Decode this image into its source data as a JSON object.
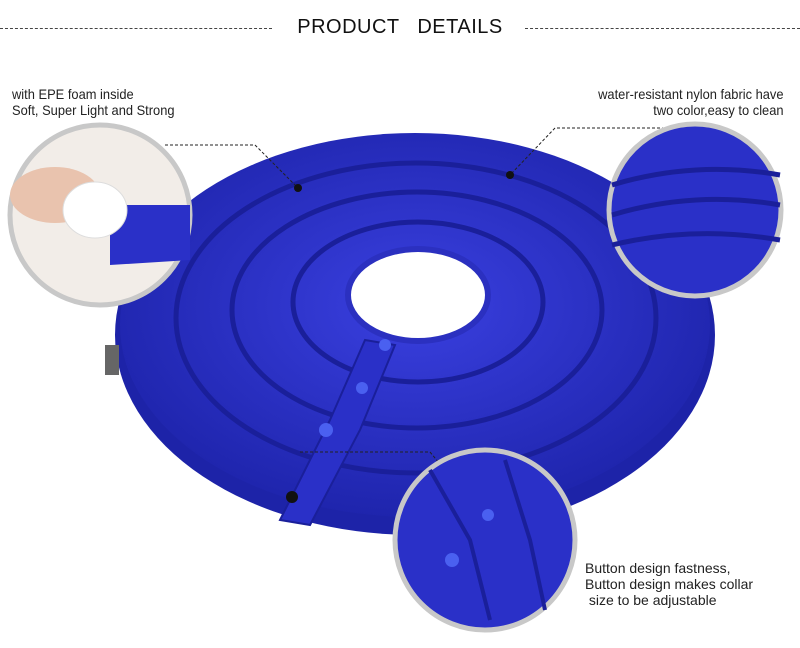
{
  "header": {
    "title": "PRODUCT DETAILS"
  },
  "callouts": {
    "foam": [
      "with  EPE foam inside",
      "Soft, Super Light and Strong"
    ],
    "fabric": [
      "water-resistant nylon fabric have",
      "two color,easy to clean"
    ],
    "button": [
      "Button design fastness,",
      "Button design makes collar",
      " size to be adjustable"
    ]
  },
  "colors": {
    "collar": "#2a2fc4",
    "circle_border": "#c8c8c8"
  }
}
